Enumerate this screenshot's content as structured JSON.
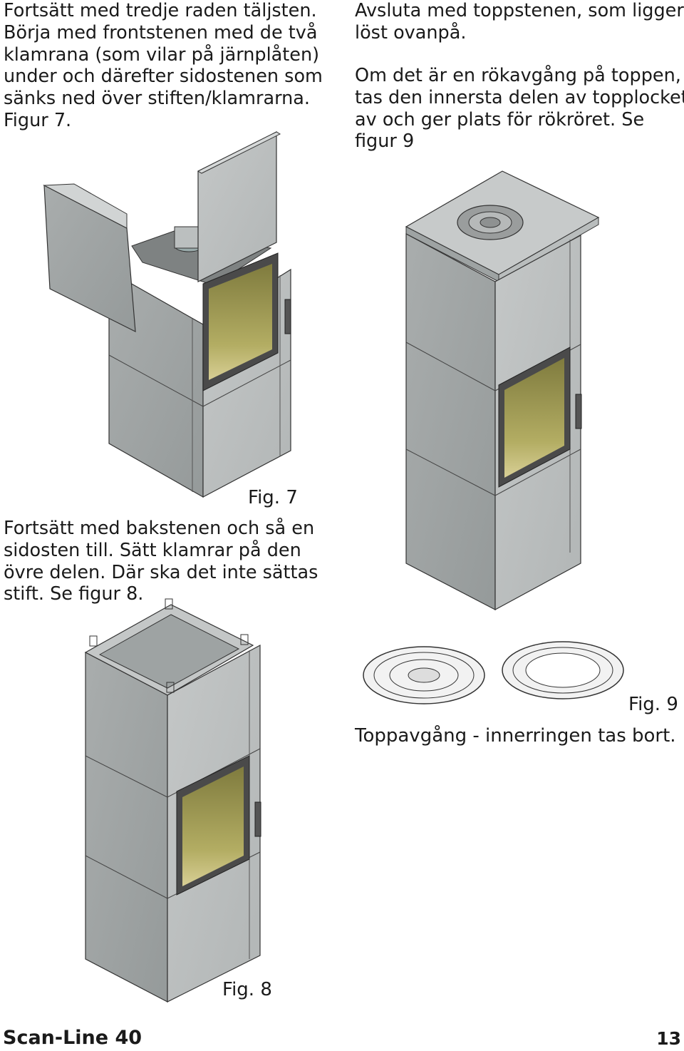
{
  "instructions": {
    "step7": [
      "Fortsätt med tredje raden täljsten.",
      "Börja med frontstenen med de två",
      "klamrana (som vilar på järnplåten)",
      "under och därefter sidostenen som",
      "sänks ned över stiften/klamrarna.",
      "Figur 7."
    ],
    "step8": [
      "Fortsätt med bakstenen och så en",
      "sidosten till. Sätt klamrar på den",
      "övre delen. Där ska det inte sättas",
      "stift. Se figur 8."
    ],
    "step9_intro": [
      "Avsluta med toppstenen, som ligger",
      "löst ovanpå."
    ],
    "step9_detail": [
      "Om det är en rökavgång på toppen,",
      "tas den innersta delen av topplocket",
      "av och ger plats för rökröret. Se",
      "figur 9"
    ]
  },
  "figures": {
    "fig7": {
      "label": "Fig. 7"
    },
    "fig8": {
      "label": "Fig. 8"
    },
    "fig9": {
      "label": "Fig. 9",
      "caption": "Toppavgång - innerringen tas bort."
    }
  },
  "footer": {
    "product": "Scan-Line 40",
    "page": "13"
  },
  "colors": {
    "stone": "#b9bdbd",
    "stone_dark": "#9ea3a3",
    "glass": "#a9a45c",
    "frame": "#4a4a4a"
  }
}
